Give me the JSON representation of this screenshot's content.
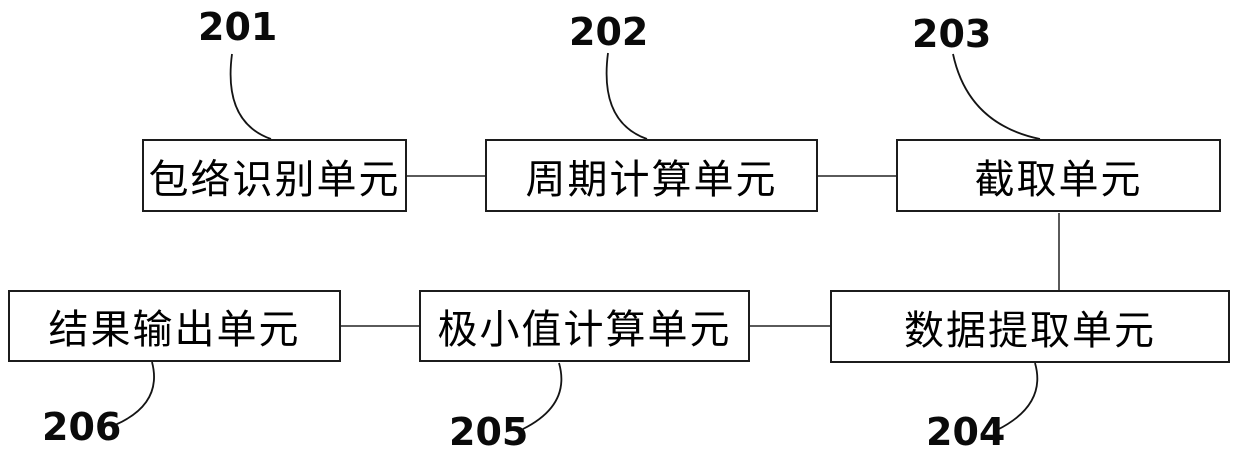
{
  "figure": {
    "type": "block-diagram",
    "background": "#ffffff",
    "colors": {
      "box_border": "#1c1c1c",
      "connector_line": "#5a5a5a",
      "leader_curve": "#141414",
      "text": "#000000"
    },
    "units": [
      {
        "ref": "201",
        "label": "包络识别单元"
      },
      {
        "ref": "202",
        "label": "周期计算单元"
      },
      {
        "ref": "203",
        "label": "截取单元"
      },
      {
        "ref": "204",
        "label": "数据提取单元"
      },
      {
        "ref": "205",
        "label": "极小值计算单元"
      },
      {
        "ref": "206",
        "label": "结果输出单元"
      }
    ],
    "connections": [
      {
        "from": "201",
        "to": "202",
        "style": "horizontal"
      },
      {
        "from": "202",
        "to": "203",
        "style": "horizontal"
      },
      {
        "from": "203",
        "to": "204",
        "style": "vertical"
      },
      {
        "from": "204",
        "to": "205",
        "style": "horizontal"
      },
      {
        "from": "205",
        "to": "206",
        "style": "horizontal"
      }
    ]
  }
}
